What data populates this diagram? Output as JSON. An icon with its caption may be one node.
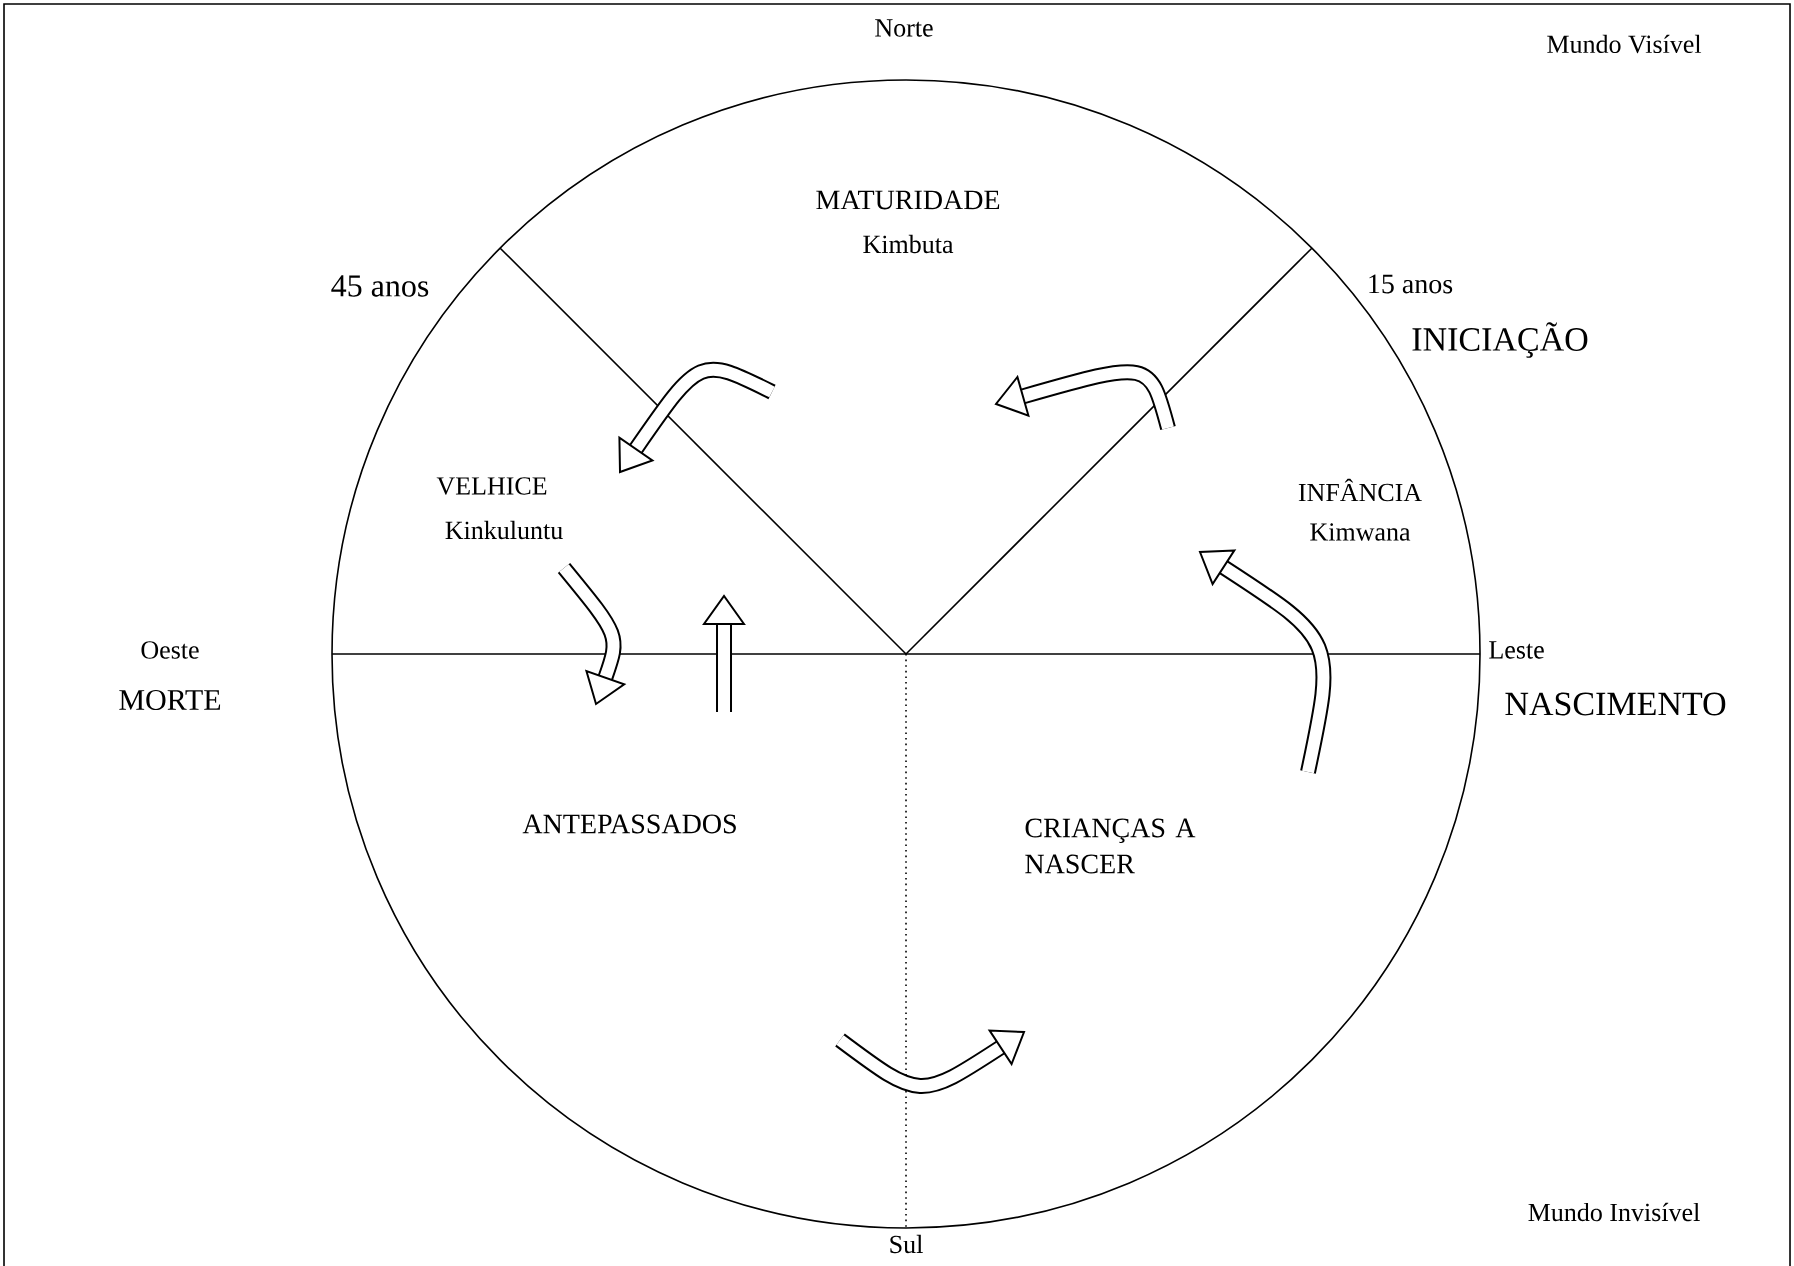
{
  "diagram": {
    "labels": [
      "Norte",
      "Mundo Visível",
      "45 anos",
      "MATURIDADE",
      "Kimbuta",
      "15 anos",
      "INICIAÇÃO",
      "VELHICE",
      "Kinkuluntu",
      "INFÂNCIA",
      "Kimwana",
      "Oeste",
      "MORTE",
      "Leste",
      "NASCIMENTO",
      "ANTEPASSADOS",
      "CRIANÇAS A NASCER",
      "Sul",
      "Mundo Invisível"
    ]
  }
}
